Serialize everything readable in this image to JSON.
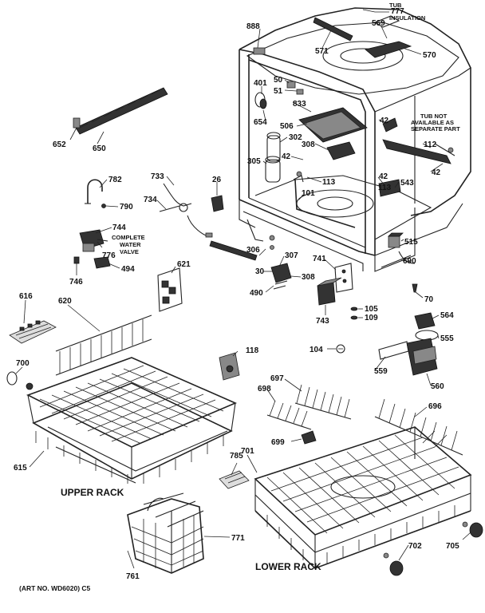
{
  "labels": {
    "l777": "777",
    "l569": "569",
    "l888": "888",
    "l571": "571",
    "l570": "570",
    "l50": "50",
    "l401": "401",
    "l51": "51",
    "l833": "833",
    "l654": "654",
    "l506": "506",
    "l302": "302",
    "l308a": "308",
    "l42a": "42",
    "l305": "305",
    "l113a": "113",
    "l101": "101",
    "l42b": "42",
    "l113b": "113",
    "l543": "543",
    "l112": "112",
    "l42c": "42",
    "l652": "652",
    "l650": "650",
    "l733": "733",
    "l26": "26",
    "l782": "782",
    "l734": "734",
    "l790": "790",
    "l744": "744",
    "l776": "776",
    "l746": "746",
    "l494": "494",
    "l515": "515",
    "l690": "690",
    "l306": "306",
    "l307": "307",
    "l741": "741",
    "l30": "30",
    "l308b": "308",
    "l490": "490",
    "l743": "743",
    "l70": "70",
    "l621": "621",
    "l616": "616",
    "l620": "620",
    "l105": "105",
    "l109": "109",
    "l564": "564",
    "l555": "555",
    "l118": "118",
    "l104": "104",
    "l700": "700",
    "l559": "559",
    "l697": "697",
    "l560": "560",
    "l698": "698",
    "l696": "696",
    "l699": "699",
    "l615": "615",
    "l785": "785",
    "l701": "701",
    "l771": "771",
    "l702": "702",
    "l705": "705",
    "l761": "761"
  },
  "notes": {
    "tub_line1": "TUB",
    "tub_line2": "INSULATION",
    "tubnot_line1": "TUB NOT",
    "tubnot_line2": "AVAILABLE AS",
    "tubnot_line3": "SEPARATE PART",
    "valve_line1": "COMPLETE",
    "valve_line2": "WATER",
    "valve_line3": "VALVE"
  },
  "captions": {
    "upper_rack": "UPPER RACK",
    "lower_rack": "LOWER RACK",
    "art_no": "(ART NO. WD6020) C5"
  }
}
